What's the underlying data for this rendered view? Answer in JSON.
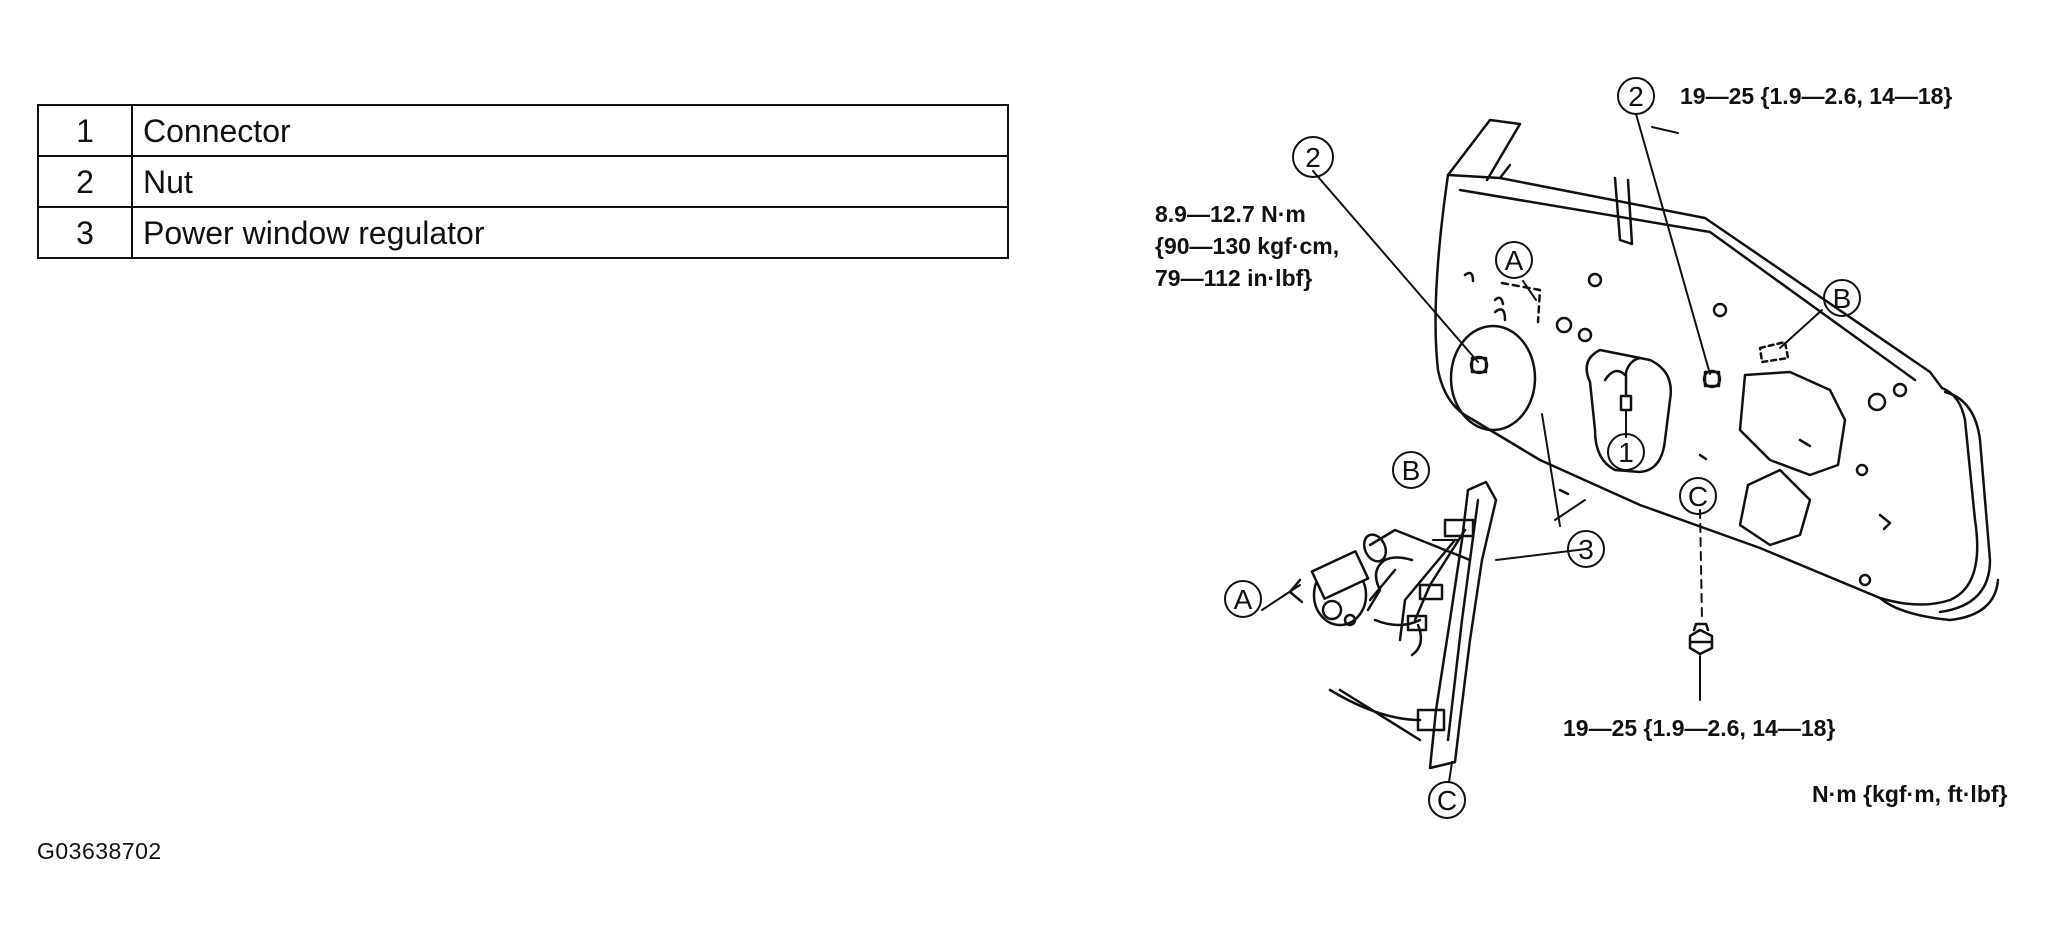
{
  "legend": [
    {
      "num": "1",
      "label": "Connector"
    },
    {
      "num": "2",
      "label": "Nut"
    },
    {
      "num": "3",
      "label": "Power window regulator"
    }
  ],
  "figure_id": "G03638702",
  "torque": {
    "left_line1": "8.9—12.7 N·m",
    "left_line2": "{90—130 kgf·cm,",
    "left_line3": "79—112 in·lbf}",
    "top_right": "19—25 {1.9—2.6, 14—18}",
    "bottom": "19—25 {1.9—2.6, 14—18}",
    "units": "N·m {kgf·m, ft·lbf}"
  },
  "callouts": {
    "connector": "1",
    "nut": "2",
    "regulator": "3",
    "ref_a": "A",
    "ref_b": "B",
    "ref_c": "C"
  }
}
